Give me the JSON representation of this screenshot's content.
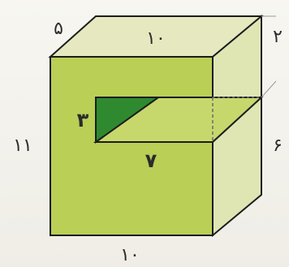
{
  "figure": {
    "labels": {
      "top_depth": "۵",
      "top_width": "۱۰",
      "right_top_height": "۲",
      "left_height": "۱۱",
      "notch_height": "۳",
      "notch_depth": "۷",
      "right_lower_height": "۶",
      "bottom_width": "۱۰"
    },
    "colors": {
      "front_face": "#b9cf55",
      "top_face": "#e6e8bf",
      "right_face": "#dfe6b4",
      "notch_floor": "#c2d668",
      "notch_dark": "#2f8a2f",
      "edge": "#1d1d1d"
    }
  }
}
